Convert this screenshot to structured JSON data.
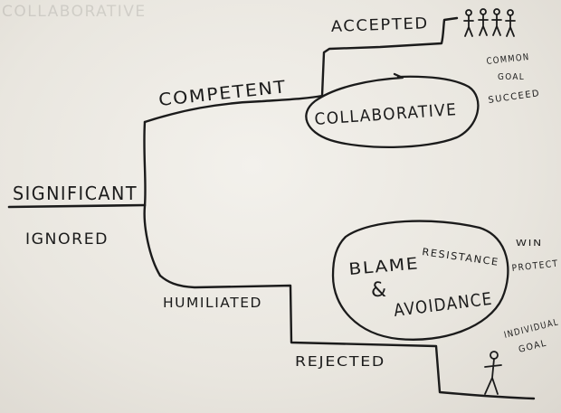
{
  "top_faded_text": "COLLABORATIVE",
  "labels": {
    "significant": "SIGNIFICANT",
    "ignored": "IGNORED",
    "competent": "COMPETENT",
    "accepted": "ACCEPTED",
    "humiliated": "HUMILIATED",
    "rejected": "REJECTED"
  },
  "ovals": {
    "collaborative": "COLLABORATIVE",
    "blame_line1": "BLAME",
    "blame_amp": "&",
    "blame_line2": "AVOIDANCE",
    "resistance": "RESISTANCE"
  },
  "notes_top": {
    "line1": "COMMON",
    "line2": "GOAL",
    "line3": "SUCCEED"
  },
  "notes_bottom": {
    "line1": "WIN",
    "line2": "PROTECT",
    "line3": "INDIVIDUAL",
    "line4": "GOAL"
  },
  "icons": {
    "group": "group-of-people-icon",
    "single": "single-person-icon"
  }
}
